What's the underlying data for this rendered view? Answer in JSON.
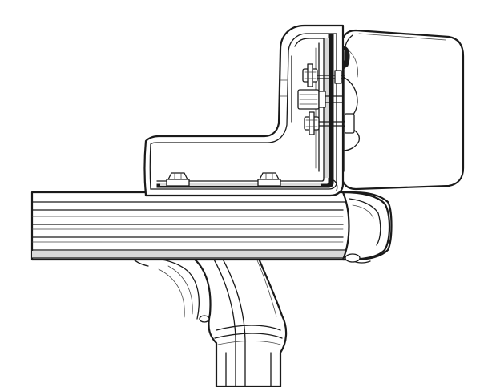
{
  "figure": {
    "kind": "technical line drawing",
    "parts": [
      "roof-bar",
      "roof-foot",
      "awning-adapter-bracket",
      "awning-case",
      "bolts",
      "nuts"
    ],
    "colors": {
      "line": "#1a1a1a",
      "fill": "#ffffff",
      "shade": "#d9d9d9"
    }
  }
}
